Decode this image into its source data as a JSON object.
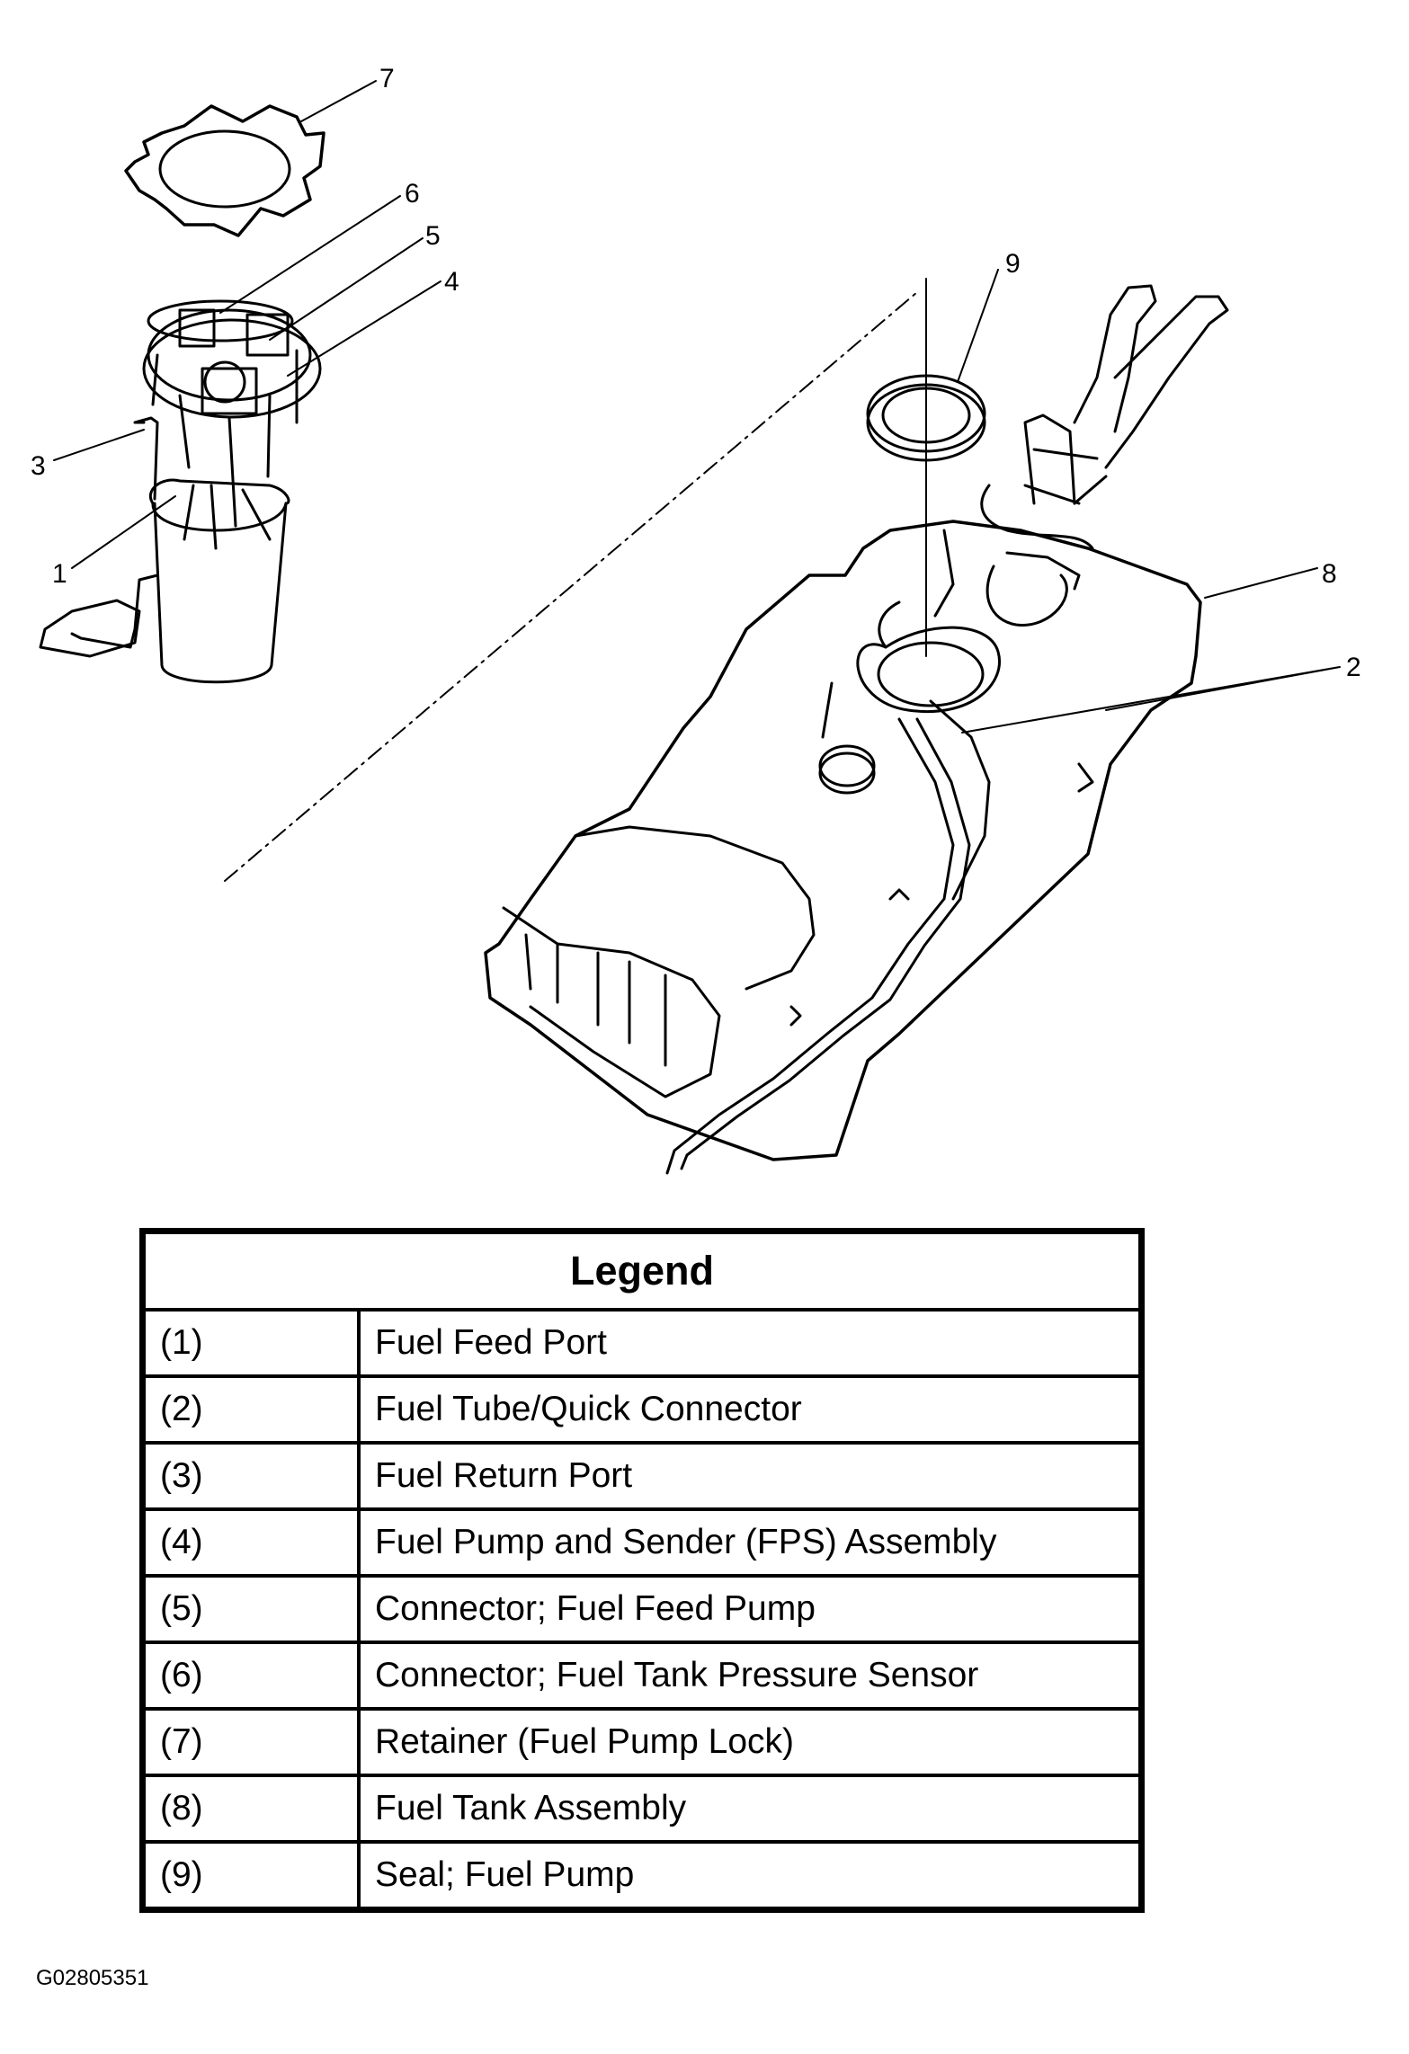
{
  "callouts": [
    "1",
    "2",
    "3",
    "4",
    "5",
    "6",
    "7",
    "8",
    "9"
  ],
  "legend": {
    "title": "Legend",
    "rows": [
      {
        "num": "(1)",
        "desc": "Fuel Feed Port"
      },
      {
        "num": "(2)",
        "desc": "Fuel Tube/Quick Connector"
      },
      {
        "num": "(3)",
        "desc": "Fuel Return Port"
      },
      {
        "num": "(4)",
        "desc": "Fuel Pump and Sender (FPS) Assembly"
      },
      {
        "num": "(5)",
        "desc": "Connector; Fuel Feed Pump"
      },
      {
        "num": "(6)",
        "desc": "Connector; Fuel Tank Pressure Sensor"
      },
      {
        "num": "(7)",
        "desc": "Retainer (Fuel Pump Lock)"
      },
      {
        "num": "(8)",
        "desc": "Fuel Tank Assembly"
      },
      {
        "num": "(9)",
        "desc": "Seal; Fuel Pump"
      }
    ]
  },
  "figure_id": "G02805351"
}
